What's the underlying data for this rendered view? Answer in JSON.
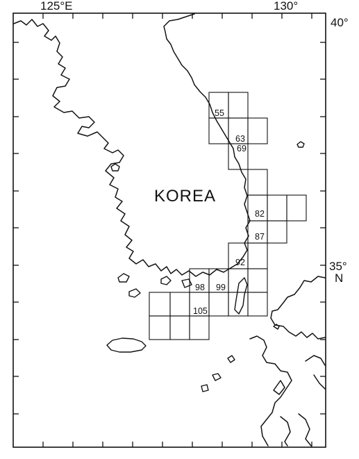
{
  "map": {
    "country_label": "KOREA",
    "longitude_labels": [
      "125°E",
      "130°"
    ],
    "latitude_labels": [
      "40°",
      "35°",
      "N"
    ],
    "grid_cell_labels": [
      "55",
      "63",
      "69",
      "82",
      "87",
      "92",
      "98",
      "99",
      "105"
    ],
    "colors": {
      "ink": "#111111",
      "background": "#ffffff"
    }
  }
}
